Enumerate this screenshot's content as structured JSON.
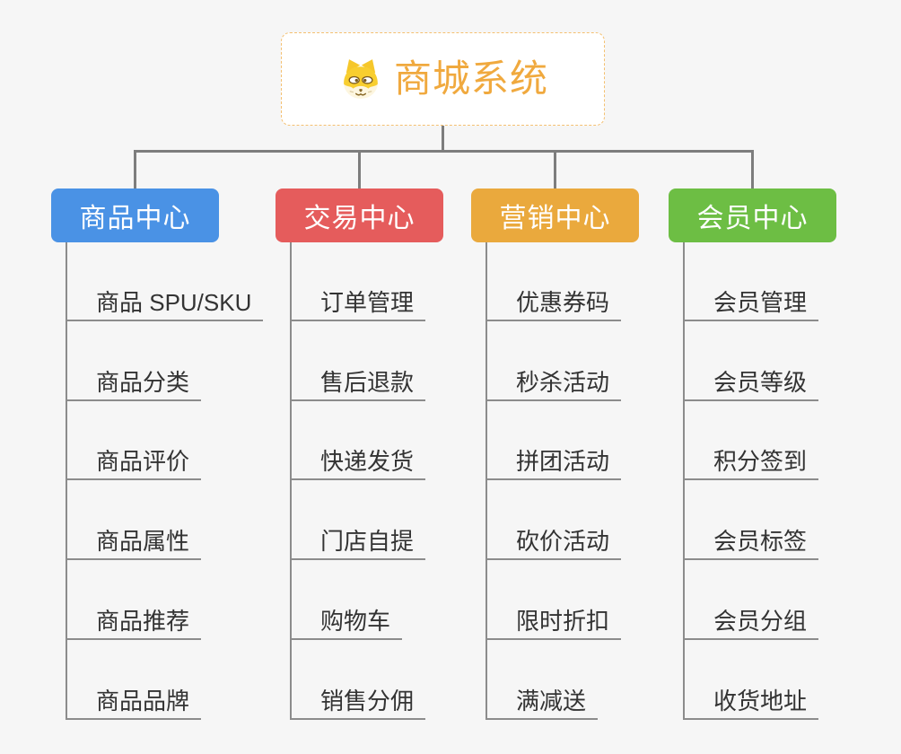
{
  "root": {
    "title": "商城系统",
    "icon": "shiba-dog-icon"
  },
  "branches": [
    {
      "label": "商品中心",
      "color": "#4a92e5",
      "items": [
        "商品 SPU/SKU",
        "商品分类",
        "商品评价",
        "商品属性",
        "商品推荐",
        "商品品牌"
      ]
    },
    {
      "label": "交易中心",
      "color": "#e55c5c",
      "items": [
        "订单管理",
        "售后退款",
        "快递发货",
        "门店自提",
        "购物车",
        "销售分佣"
      ]
    },
    {
      "label": "营销中心",
      "color": "#eaa93d",
      "items": [
        "优惠券码",
        "秒杀活动",
        "拼团活动",
        "砍价活动",
        "限时折扣",
        "满减送"
      ]
    },
    {
      "label": "会员中心",
      "color": "#6dbe44",
      "items": [
        "会员管理",
        "会员等级",
        "积分签到",
        "会员标签",
        "会员分组",
        "收货地址"
      ]
    }
  ],
  "colors": {
    "background": "#f6f6f6",
    "root_border": "#f4c071",
    "root_title": "#f0a93e",
    "connector": "#7d7d7d",
    "leaf_line": "#8c8c8c",
    "leaf_text": "#333333"
  }
}
